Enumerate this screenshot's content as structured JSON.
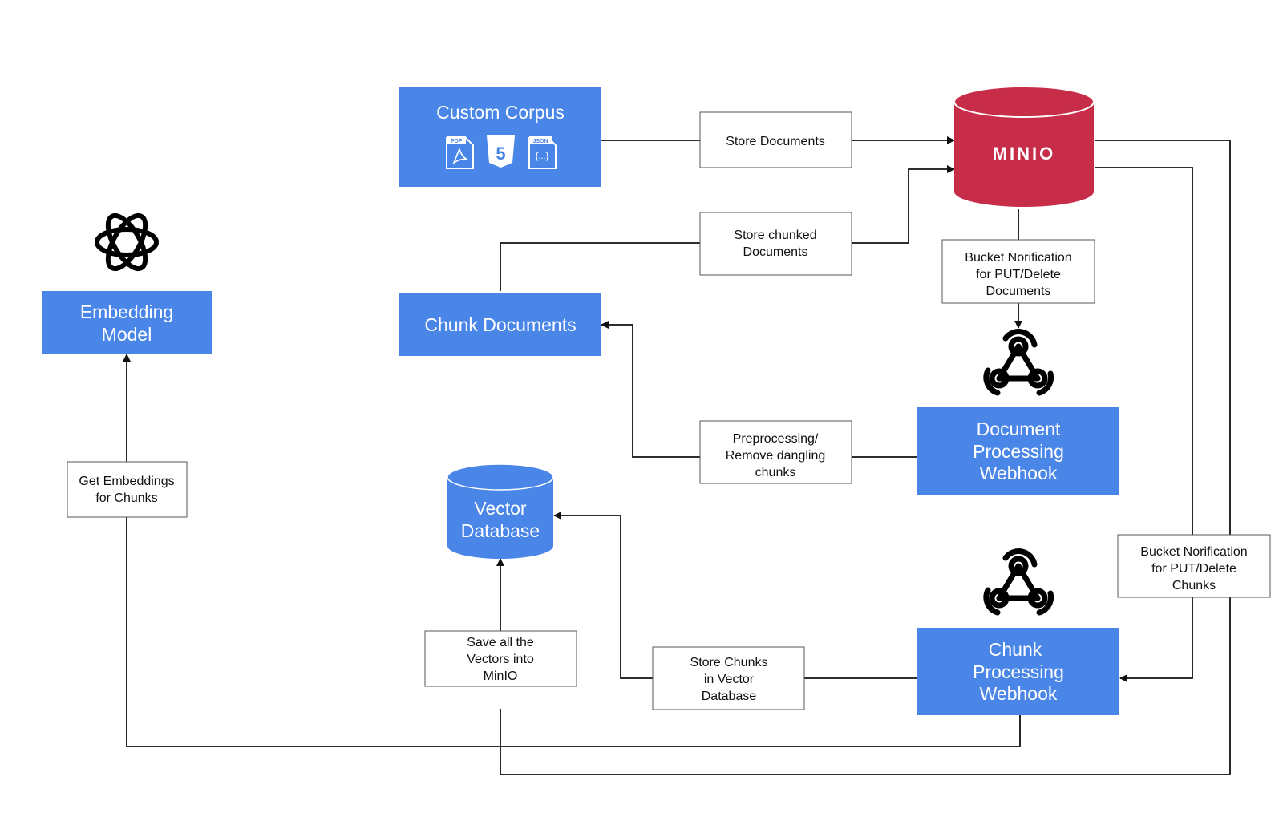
{
  "colors": {
    "node": "#4A86E8",
    "minio": "#C72C48",
    "line": "#111111"
  },
  "icons": {
    "atom": "atom-icon",
    "pdf": "pdf-file-icon",
    "html5": "html5-icon",
    "json": "json-file-icon",
    "webhook": "webhook-icon"
  },
  "nodes": {
    "custom_corpus": "Custom Corpus",
    "embedding_line1": "Embedding",
    "embedding_line2": "Model",
    "chunk_documents": "Chunk Documents",
    "vector_db_line1": "Vector",
    "vector_db_line2": "Database",
    "doc_webhook_line1": "Document",
    "doc_webhook_line2": "Processing",
    "doc_webhook_line3": "Webhook",
    "chunk_webhook_line1": "Chunk",
    "chunk_webhook_line2": "Processing",
    "chunk_webhook_line3": "Webhook",
    "minio": "MINIO"
  },
  "file_icons": {
    "pdf": "PDF",
    "html": "5",
    "json": "JSON",
    "json_body": "{...}"
  },
  "labels": {
    "store_documents": [
      "Store Documents"
    ],
    "store_chunked": [
      "Store chunked",
      "Documents"
    ],
    "bucket_docs": [
      "Bucket Norification",
      "for PUT/Delete",
      "Documents"
    ],
    "preprocessing": [
      "Preprocessing/",
      "Remove dangling",
      "chunks"
    ],
    "get_embeddings": [
      "Get Embeddings",
      "for Chunks"
    ],
    "save_vectors": [
      "Save all the",
      "Vectors into",
      "MinIO"
    ],
    "store_chunks": [
      "Store Chunks",
      "in Vector",
      "Database"
    ],
    "bucket_chunks": [
      "Bucket Norification",
      "for PUT/Delete",
      "Chunks"
    ]
  }
}
